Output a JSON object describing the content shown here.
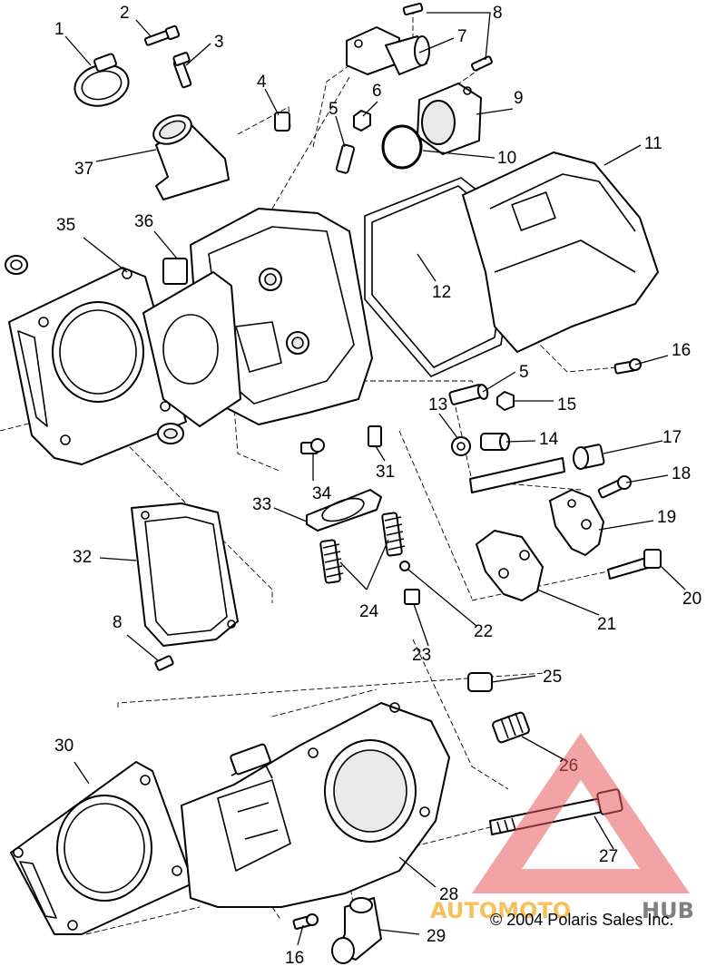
{
  "diagram": {
    "callouts": [
      "1",
      "2",
      "3",
      "4",
      "5",
      "6",
      "7",
      "8",
      "9",
      "10",
      "11",
      "12",
      "5",
      "13",
      "14",
      "15",
      "16",
      "17",
      "18",
      "19",
      "20",
      "21",
      "22",
      "23",
      "24",
      "25",
      "26",
      "27",
      "28",
      "29",
      "16",
      "30",
      "31",
      "32",
      "33",
      "34",
      "35",
      "36",
      "37",
      "8"
    ],
    "copyright": "© 2004 Polaris Sales Inc.",
    "watermark": {
      "part1": "AUTOMOTO",
      "part2": "HUB",
      "color": "#e85a5a"
    }
  }
}
